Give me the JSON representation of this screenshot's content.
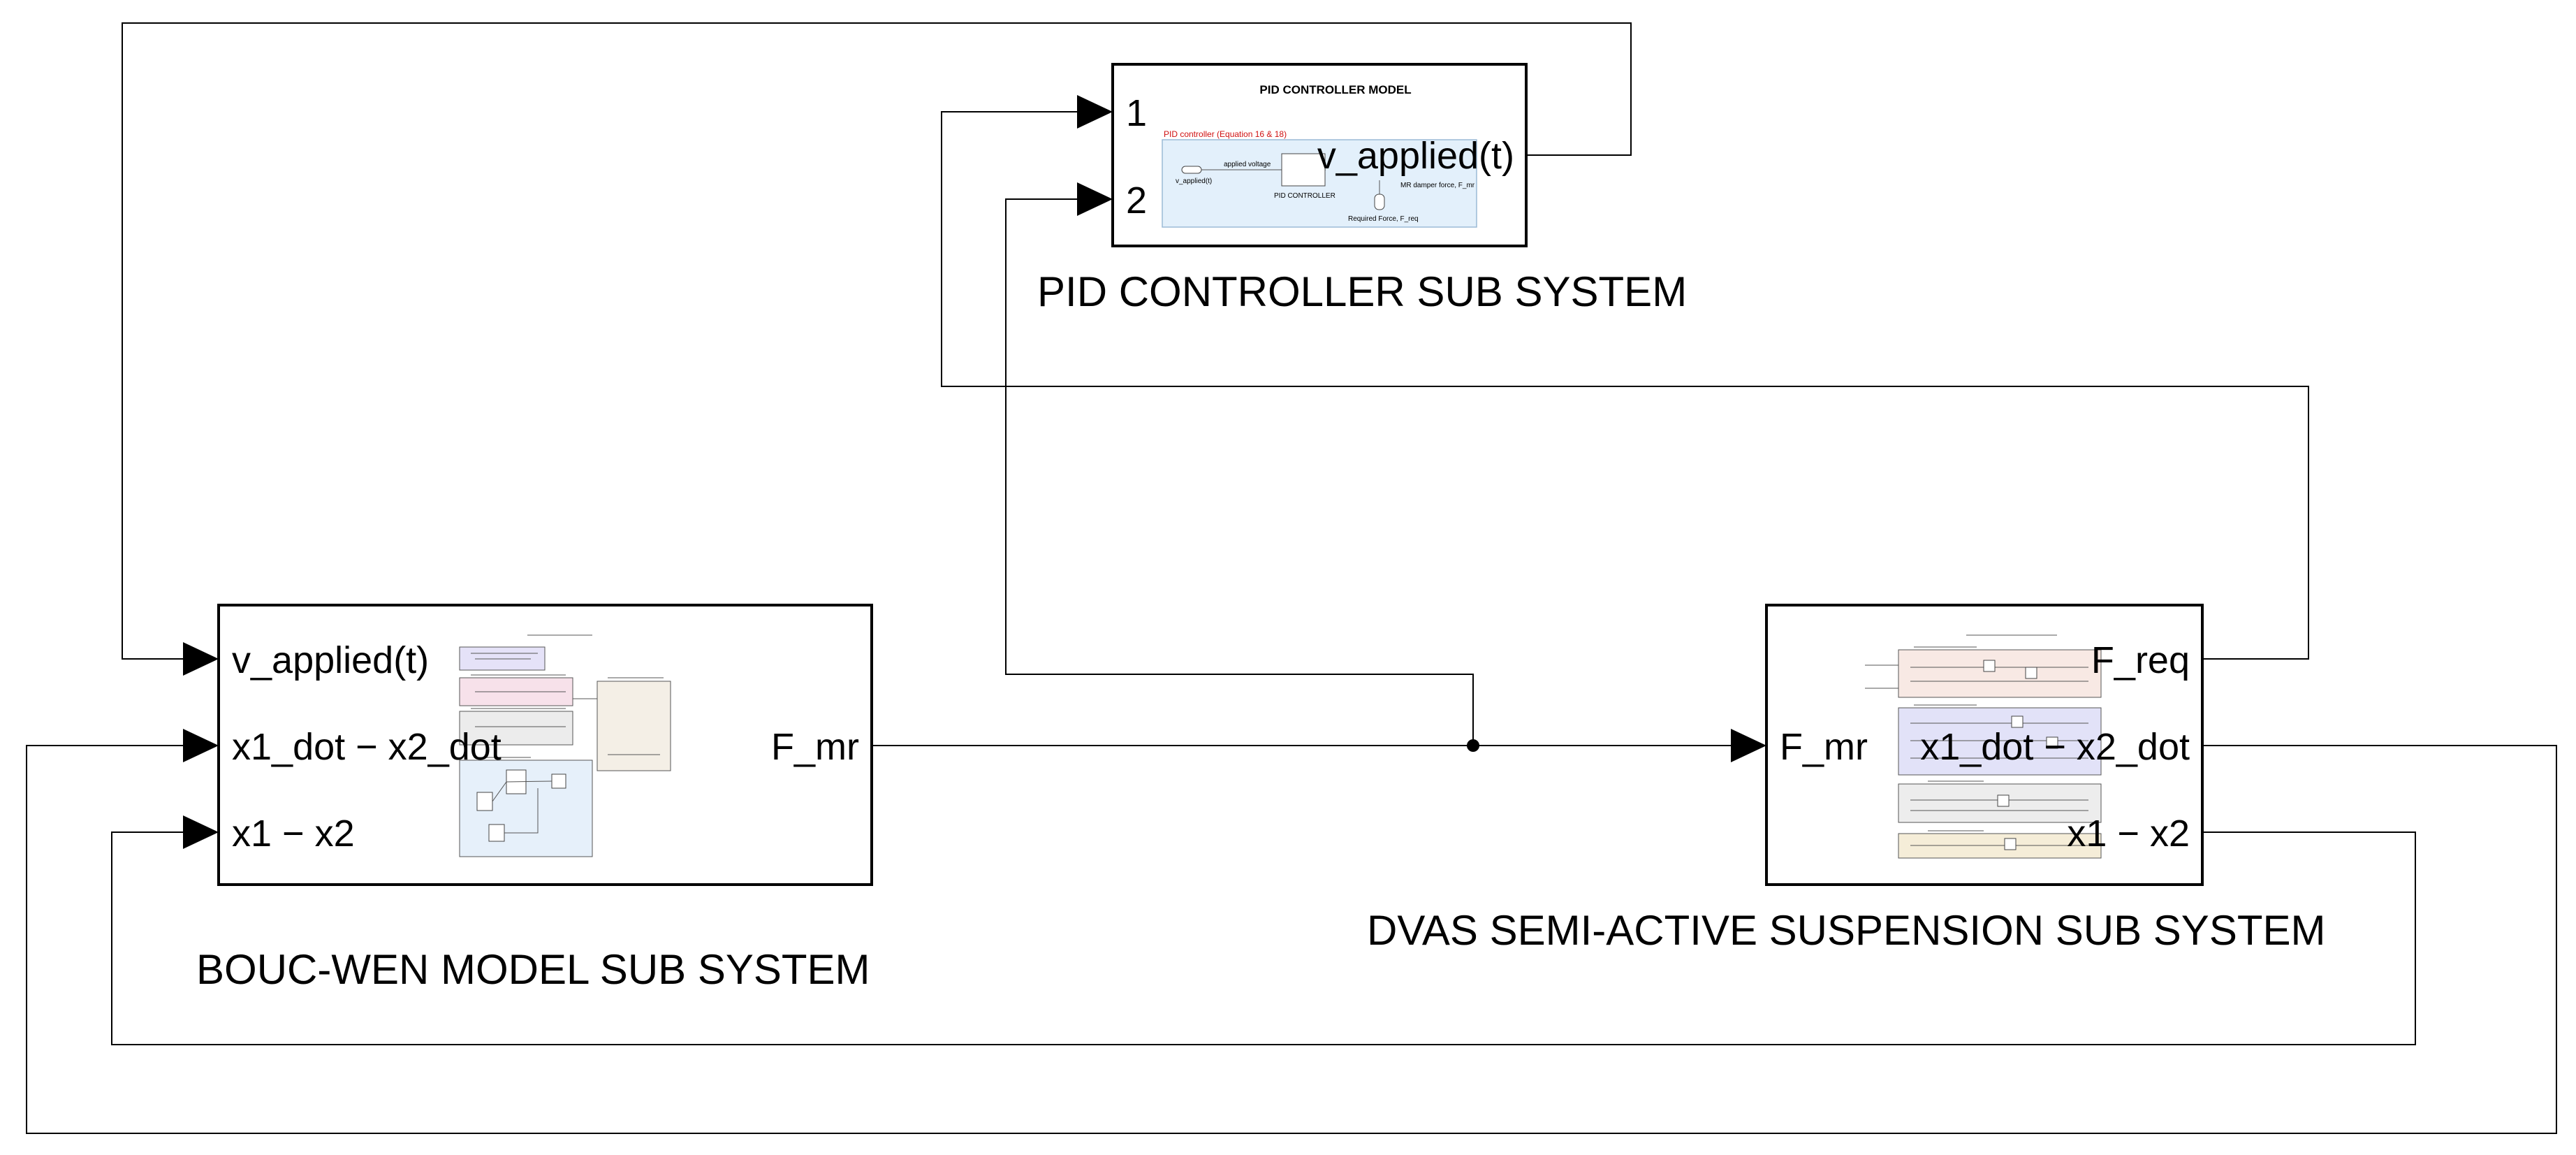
{
  "pid": {
    "caption": "PID CONTROLLER SUB SYSTEM",
    "inner_title": "PID CONTROLLER MODEL",
    "inner_annotation": "PID controller (Equation 16 & 18)",
    "in_ports": [
      "1",
      "2"
    ],
    "out_port": "v_applied(t)",
    "inner_labels": {
      "applied_voltage": "applied voltage",
      "v_applied": "v_applied(t)",
      "controller": "PID CONTROLLER",
      "mr_force": "MR damper force, F_mr",
      "required_force": "Required Force, F_req"
    }
  },
  "bouc_wen": {
    "caption": "BOUC-WEN MODEL SUB SYSTEM",
    "in_ports": [
      "v_applied(t)",
      "x1_dot − x2_dot",
      "x1 − x2"
    ],
    "out_port": "F_mr"
  },
  "dvas": {
    "caption": "DVAS SEMI-ACTIVE SUSPENSION SUB SYSTEM",
    "in_port": "F_mr",
    "out_ports": [
      "F_req",
      "x1_dot − x2_dot",
      "x1 − x2"
    ]
  },
  "colors": {
    "pid_area": "#e3f0fb",
    "bw_purple": "#e5e2f8",
    "bw_pink": "#f7e1ea",
    "bw_gray": "#ececec",
    "bw_beige": "#f4efe6",
    "bw_blue": "#e6f0fa",
    "dvas_pink": "#f8e9e4",
    "dvas_purple": "#e2e2f8",
    "dvas_gray": "#ededed",
    "dvas_beige": "#f5edd8"
  }
}
